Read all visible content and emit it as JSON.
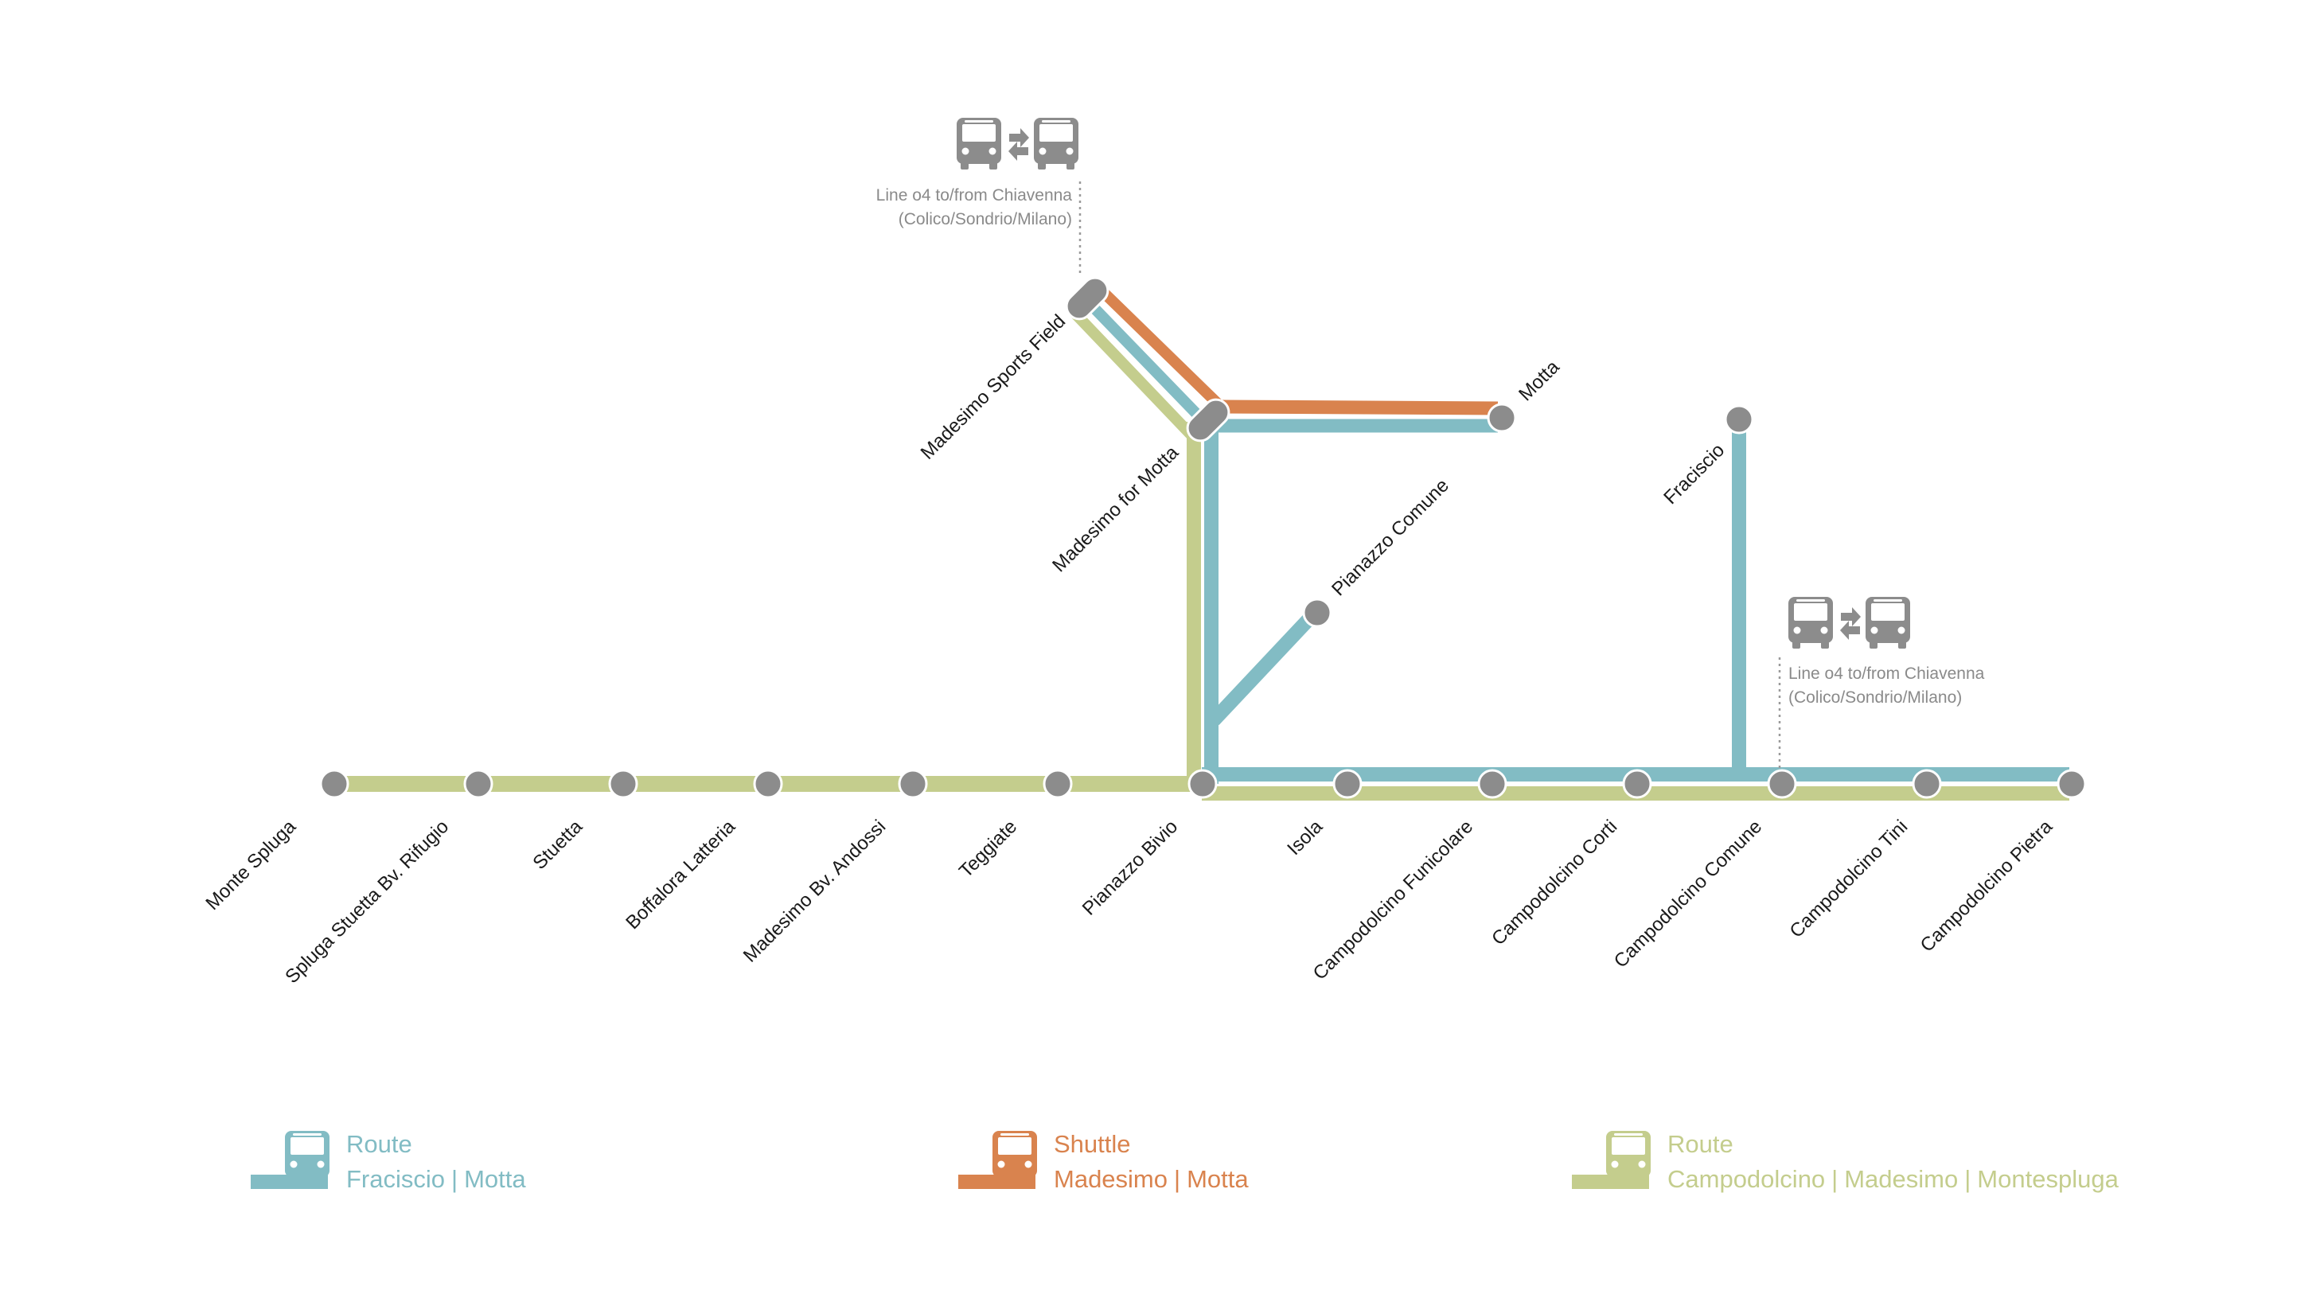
{
  "colors": {
    "route_fraciscio_motta": "#82bcc4",
    "shuttle_madesimo_motta": "#d9834e",
    "route_campodolcino_madesimo_montespluga": "#c4cd8d",
    "stop": "#8c8c8c",
    "info_text": "#8a8a8a"
  },
  "stops": {
    "monte_spluga": "Monte Spluga",
    "spluga_stuetta": "Spluga Stuetta Bv. Rifugio",
    "stuetta": "Stuetta",
    "boffalora": "Boffalora Latteria",
    "madesimo_andossi": "Madesimo Bv. Andossi",
    "teggiate": "Teggiate",
    "pianazzo_bivio": "Pianazzo Bivio",
    "isola": "Isola",
    "campodolcino_funicolare": "Campodolcino Funicolare",
    "campodolcino_corti": "Campodolcino Corti",
    "campodolcino_comune": "Campodolcino Comune",
    "campodolcino_tini": "Campodolcino Tini",
    "campodolcino_pietra": "Campodolcino Pietra",
    "madesimo_sports_field": "Madesimo Sports Field",
    "madesimo_motta": "Madesimo for Motta",
    "motta": "Motta",
    "pianazzo_comune": "Pianazzo Comune",
    "fraciscio": "Fraciscio"
  },
  "interchanges": [
    {
      "line1": "Line o4 to/from Chiavenna",
      "line2": "(Colico/Sondrio/Milano)",
      "icon": "bus-transfer-icon"
    },
    {
      "line1": "Line o4 to/from Chiavenna",
      "line2": "(Colico/Sondrio/Milano)",
      "icon": "bus-transfer-icon"
    }
  ],
  "legend": [
    {
      "type": "Route",
      "name_parts": [
        "Fraciscio",
        "Motta"
      ],
      "color": "#82bcc4",
      "icon": "bus-icon"
    },
    {
      "type": "Shuttle",
      "name_parts": [
        "Madesimo",
        "Motta"
      ],
      "color": "#d9834e",
      "icon": "bus-icon"
    },
    {
      "type": "Route",
      "name_parts": [
        "Campodolcino",
        "Madesimo",
        "Montespluga"
      ],
      "color": "#c4cd8d",
      "icon": "bus-icon"
    }
  ]
}
